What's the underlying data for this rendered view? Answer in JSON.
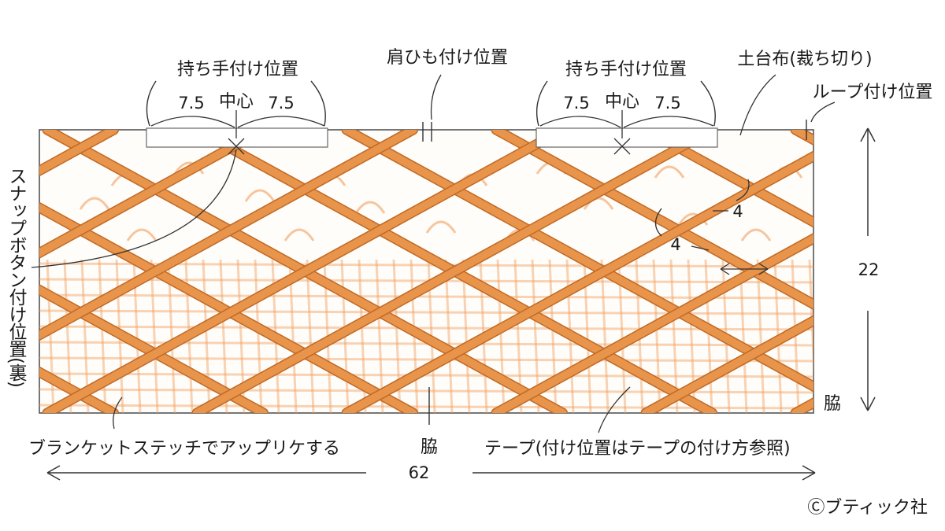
{
  "diagram": {
    "labels": {
      "handle_position_left": "持ち手付け位置",
      "handle_position_right": "持ち手付け位置",
      "shoulder_strap_position": "肩ひも付け位置",
      "base_fabric": "土台布(裁ち切り)",
      "loop_position": "ループ付け位置",
      "snap_button_position": "スナップボタン付け位置(裏)",
      "blanket_stitch_applique": "ブランケットステッチでアップリケする",
      "side_center": "脇",
      "side_right": "脇",
      "tape_note": "テープ(付け位置はテープの付け方参照)",
      "copyright": "Ⓒブティック社"
    },
    "dimensions": {
      "left_offset_a": "7.5",
      "left_center": "中心",
      "left_offset_b": "7.5",
      "right_offset_a": "7.5",
      "right_center": "中心",
      "right_offset_b": "7.5",
      "tape_gap_1": "4",
      "tape_gap_2": "4",
      "height": "22",
      "width": "62"
    },
    "colors": {
      "tape": "#e8944a",
      "tape_dark": "#c06a28",
      "grid": "#f0a060",
      "outline": "#555555",
      "ink": "#1a1a1a"
    }
  }
}
